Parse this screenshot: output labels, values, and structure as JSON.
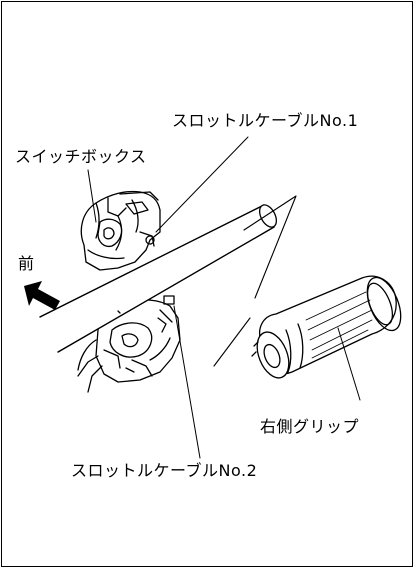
{
  "labels": {
    "throttle_cable_1": "スロットルケーブルNo.1",
    "switch_box": "スイッチボックス",
    "front": "前",
    "right_grip": "右側グリップ",
    "throttle_cable_2": "スロットルケーブルNo.2"
  },
  "colors": {
    "ink": "#000000",
    "background": "#ffffff"
  },
  "icons": {
    "direction": "front-arrow-icon"
  }
}
